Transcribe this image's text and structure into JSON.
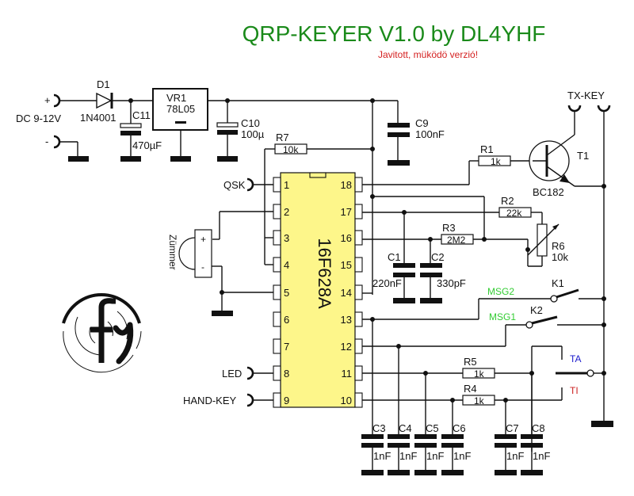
{
  "title": "QRP-KEYER V1.0 by DL4YHF",
  "subtitle": "Javitott, müködö verzió!",
  "colors": {
    "title": "#1a8a1a",
    "subtitle": "#d42020",
    "chip": "#fdf68a",
    "msg": "#33cc33",
    "ta": "#1a1acc",
    "ti": "#cc2222"
  },
  "power": {
    "input_label": "DC 9-12V",
    "plus": "+",
    "minus": "-",
    "d1": {
      "ref": "D1",
      "value": "1N4001"
    },
    "c11": {
      "ref": "C11",
      "value": "470µF"
    },
    "vr1": {
      "ref": "VR1",
      "value": "78L05"
    },
    "c10": {
      "ref": "C10",
      "value": "100µ"
    },
    "c9": {
      "ref": "C9",
      "value": "100nF"
    }
  },
  "ic": {
    "name": "16F628A",
    "left_pins": [
      "1",
      "2",
      "3",
      "4",
      "5",
      "6",
      "7",
      "8",
      "9"
    ],
    "right_pins": [
      "18",
      "17",
      "16",
      "15",
      "14",
      "13",
      "12",
      "11",
      "10"
    ]
  },
  "connectors": {
    "qsk": "QSK",
    "led": "LED",
    "hand_key": "HAND-KEY",
    "tx_key": "TX-KEY"
  },
  "buzzer": {
    "label": "Zümmer",
    "plus": "+",
    "minus": "-"
  },
  "resistors": {
    "r1": {
      "ref": "R1",
      "value": "1k"
    },
    "r2": {
      "ref": "R2",
      "value": "22k"
    },
    "r3": {
      "ref": "R3",
      "value": "2M2"
    },
    "r4": {
      "ref": "R4",
      "value": "1k"
    },
    "r5": {
      "ref": "R5",
      "value": "1k"
    },
    "r6": {
      "ref": "R6",
      "value": "10k"
    },
    "r7": {
      "ref": "R7",
      "value": "10k"
    }
  },
  "capacitors": {
    "c1": {
      "ref": "C1",
      "value": "220nF"
    },
    "c2": {
      "ref": "C2",
      "value": "330pF"
    },
    "c3": {
      "ref": "C3",
      "value": "1nF"
    },
    "c4": {
      "ref": "C4",
      "value": "1nF"
    },
    "c5": {
      "ref": "C5",
      "value": "1nF"
    },
    "c6": {
      "ref": "C6",
      "value": "1nF"
    },
    "c7": {
      "ref": "C7",
      "value": "1nF"
    },
    "c8": {
      "ref": "C8",
      "value": "1nF"
    }
  },
  "transistor": {
    "ref": "T1",
    "value": "BC182"
  },
  "switches": {
    "k1": {
      "ref": "K1",
      "label": "MSG2"
    },
    "k2": {
      "ref": "K2",
      "label": "MSG1"
    },
    "paddle": {
      "ta": "TA",
      "ti": "TI"
    }
  }
}
